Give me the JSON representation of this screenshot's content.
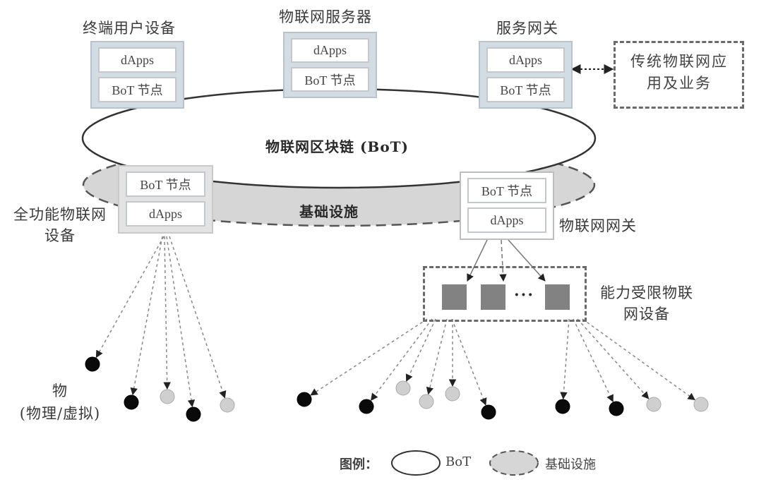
{
  "chain": {
    "label": "物联网区块链 (BoT)",
    "infrastructure_label": "基础设施"
  },
  "nodes": {
    "end_user": {
      "title": "终端用户设备",
      "cells": [
        "dApps",
        "BoT 节点"
      ]
    },
    "server": {
      "title": "物联网服务器",
      "cells": [
        "dApps",
        "BoT 节点"
      ]
    },
    "service_gateway": {
      "title": "服务网关",
      "cells": [
        "dApps",
        "BoT 节点"
      ]
    },
    "full_device": {
      "title_line1": "全功能物联网",
      "title_line2": "设备",
      "cells": [
        "BoT 节点",
        "dApps"
      ]
    },
    "iot_gateway": {
      "title": "物联网网关",
      "cells": [
        "BoT 节点",
        "dApps"
      ]
    }
  },
  "traditional": {
    "line1": "传统物联网应",
    "line2": "用及业务"
  },
  "constrained": {
    "line1": "能力受限物联",
    "line2": "网设备",
    "ellipsis": "···"
  },
  "things": {
    "line1": "物",
    "line2": "(物理/虚拟)"
  },
  "legend": {
    "title": "图例：",
    "bot": "BoT",
    "infra": "基础设施"
  },
  "colors": {
    "thing_physical": "#0a0a0a",
    "thing_virtual": "#cfcfcf",
    "constrained_device": "#828282",
    "infra_fill": "#d6d6d6",
    "node_blue": "#d4dce3"
  }
}
